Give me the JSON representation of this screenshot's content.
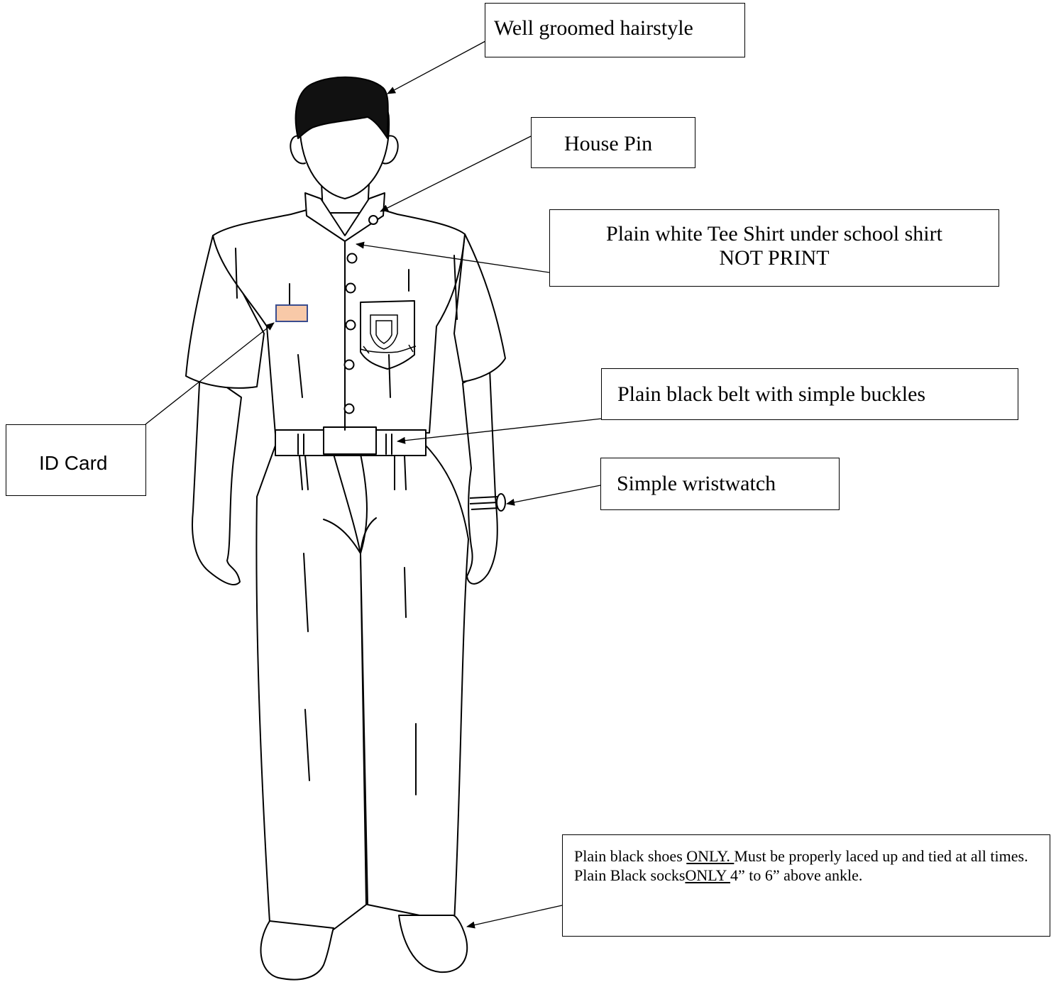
{
  "callouts": {
    "hairstyle": "Well groomed hairstyle",
    "house_pin": "House Pin",
    "tee_shirt_line1": "Plain white Tee Shirt under school shirt",
    "tee_shirt_line2": "NOT PRINT",
    "belt": "Plain black belt with simple buckles",
    "wristwatch": "Simple wristwatch",
    "id_card": "ID Card",
    "shoes": {
      "part1": "Plain black shoes ",
      "part2": "ONLY. ",
      "part3": "Must be properly laced up and tied at all times. Plain Black socks",
      "part4": "ONLY ",
      "part5": "4” to 6”  above ankle."
    }
  },
  "colors": {
    "id_card_fill": "#f8c9a8",
    "id_card_border": "#3a4d8f",
    "line": "#000000"
  }
}
